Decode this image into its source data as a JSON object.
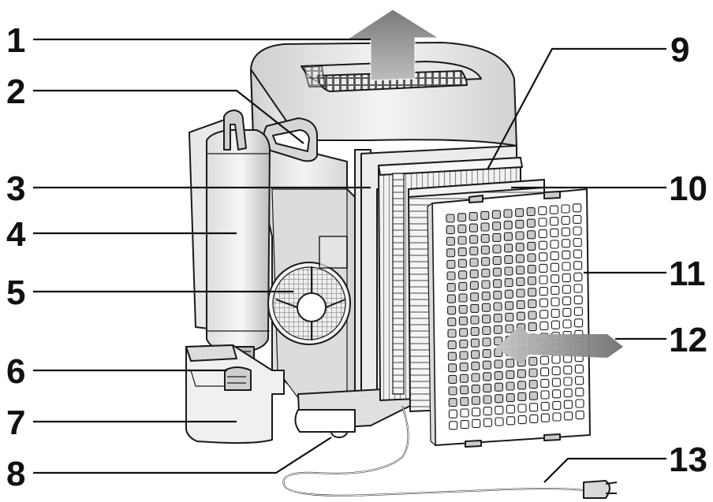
{
  "colors": {
    "ink": "#1a1a1a",
    "body_light": "#f2f2f2",
    "body_mid": "#d9d9d9",
    "body_dark": "#9a9a9a",
    "arrow_gray": "#8c8c8c"
  },
  "callouts": [
    {
      "id": "1",
      "label": "1"
    },
    {
      "id": "2",
      "label": "2"
    },
    {
      "id": "3",
      "label": "3"
    },
    {
      "id": "4",
      "label": "4"
    },
    {
      "id": "5",
      "label": "5"
    },
    {
      "id": "6",
      "label": "6"
    },
    {
      "id": "7",
      "label": "7"
    },
    {
      "id": "8",
      "label": "8"
    },
    {
      "id": "9",
      "label": "9"
    },
    {
      "id": "10",
      "label": "10"
    },
    {
      "id": "11",
      "label": "11"
    },
    {
      "id": "12",
      "label": "12"
    },
    {
      "id": "13",
      "label": "13"
    }
  ]
}
